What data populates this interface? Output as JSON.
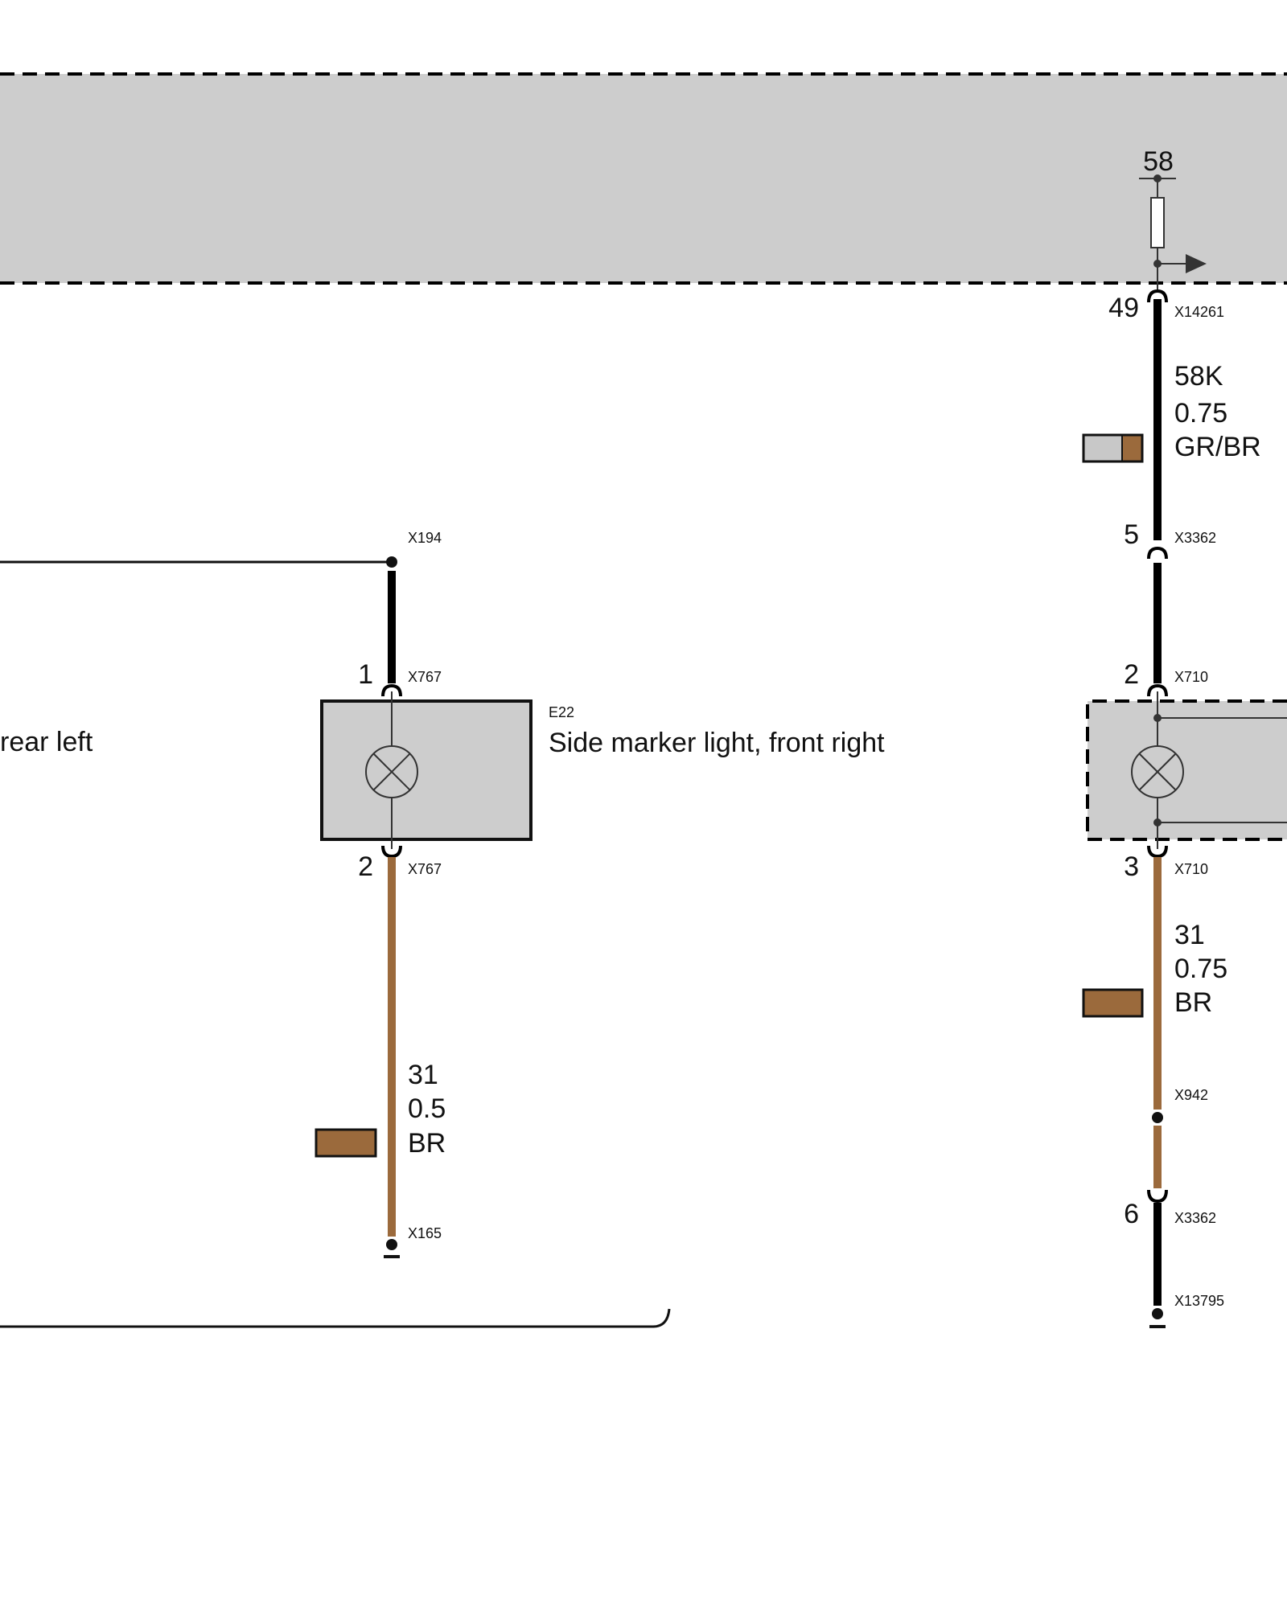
{
  "colors": {
    "wire_black": "#000000",
    "wire_brown": "#9b6a3c",
    "module_fill": "#cdcdcd",
    "swatch_grey": "#c8c8c8"
  },
  "control_unit": {
    "terminal": "58"
  },
  "left_partial": {
    "label": "rear left"
  },
  "e22": {
    "id": "E22",
    "name": "Side marker light, front right",
    "pin_top": "1",
    "pin_bottom": "2",
    "conn_top": "X767",
    "conn_bottom": "X767",
    "splice_top": "X194",
    "ground": "X165",
    "wire_bottom": {
      "circuit": "31",
      "gauge": "0.5",
      "color": "BR"
    }
  },
  "right_circuit": {
    "output_pin": "49",
    "output_conn": "X14261",
    "wire1": {
      "circuit": "58K",
      "gauge": "0.75",
      "color": "GR/BR"
    },
    "inline_pin_a": "5",
    "inline_conn_a": "X3362",
    "lamp_pin_top": "2",
    "lamp_conn_top": "X710",
    "lamp_pin_bottom": "3",
    "lamp_conn_bottom": "X710",
    "wire2": {
      "circuit": "31",
      "gauge": "0.75",
      "color": "BR"
    },
    "splice": "X942",
    "inline_pin_b": "6",
    "inline_conn_b": "X3362",
    "ground": "X13795"
  }
}
